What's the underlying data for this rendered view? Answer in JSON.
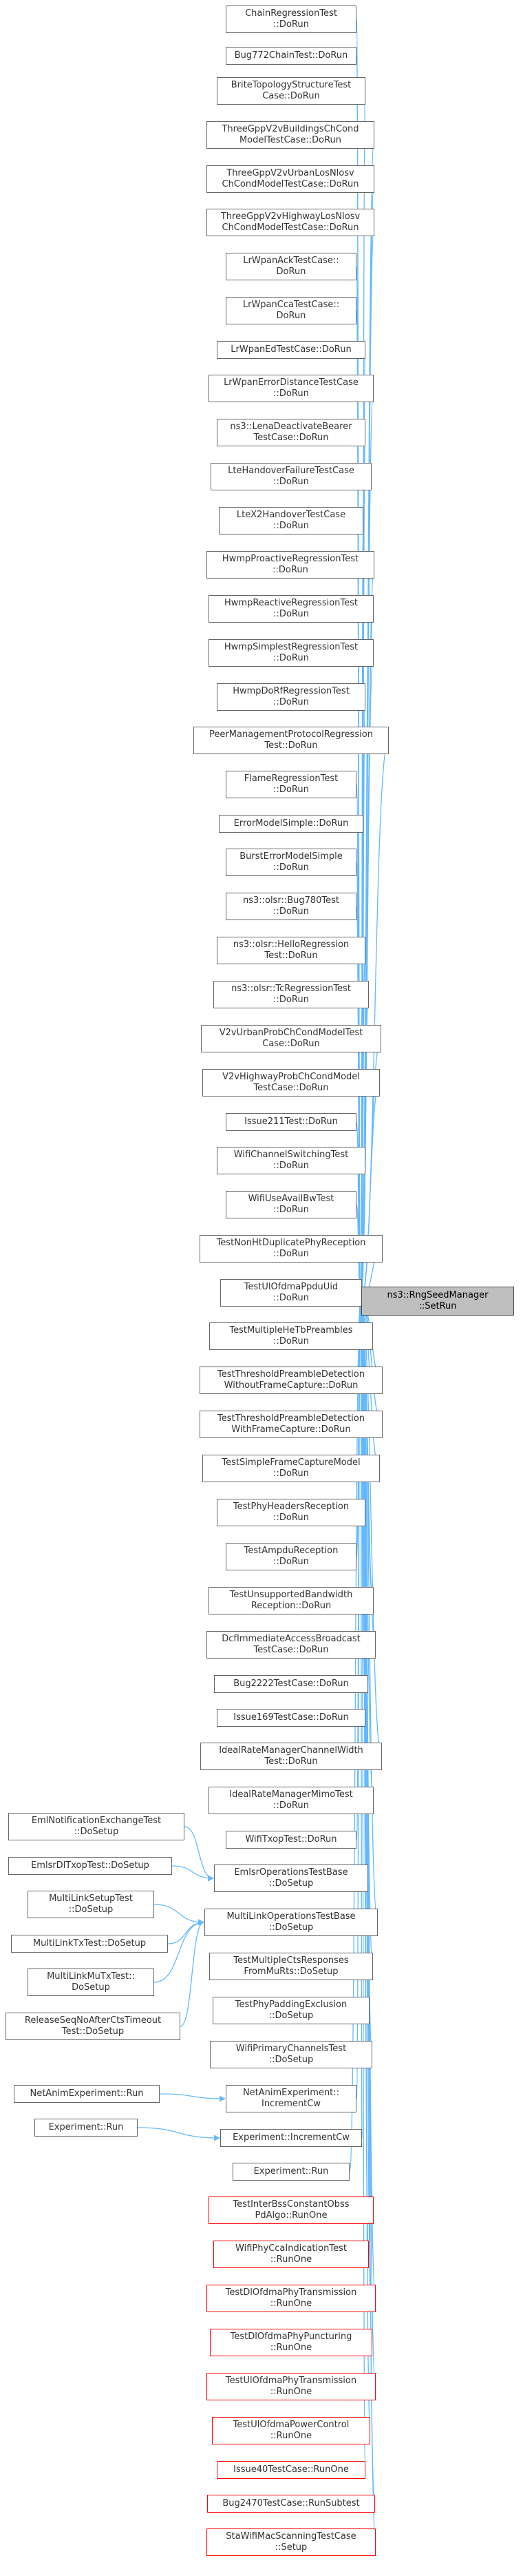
{
  "colors": {
    "edge": "#63b8ff",
    "node_border": "#666666",
    "node_border_red": "#ff0000",
    "target_fill": "#bfbfbf"
  },
  "target": {
    "id": "rng",
    "label": "ns3::RngSeedManager\n::SetRun"
  },
  "nodes": [
    {
      "id": "n0",
      "label": "ChainRegressionTest\n::DoRun",
      "style": "normal"
    },
    {
      "id": "n1",
      "label": "Bug772ChainTest::DoRun",
      "style": "normal"
    },
    {
      "id": "n2",
      "label": "BriteTopologyStructureTest\nCase::DoRun",
      "style": "normal"
    },
    {
      "id": "n3",
      "label": "ThreeGppV2vBuildingsChCond\nModelTestCase::DoRun",
      "style": "normal"
    },
    {
      "id": "n4",
      "label": "ThreeGppV2vUrbanLosNlosv\nChCondModelTestCase::DoRun",
      "style": "normal"
    },
    {
      "id": "n5",
      "label": "ThreeGppV2vHighwayLosNlosv\nChCondModelTestCase::DoRun",
      "style": "normal"
    },
    {
      "id": "n6",
      "label": "LrWpanAckTestCase::\nDoRun",
      "style": "normal"
    },
    {
      "id": "n7",
      "label": "LrWpanCcaTestCase::\nDoRun",
      "style": "normal"
    },
    {
      "id": "n8",
      "label": "LrWpanEdTestCase::DoRun",
      "style": "normal"
    },
    {
      "id": "n9",
      "label": "LrWpanErrorDistanceTestCase\n::DoRun",
      "style": "normal"
    },
    {
      "id": "n10",
      "label": "ns3::LenaDeactivateBearer\nTestCase::DoRun",
      "style": "normal"
    },
    {
      "id": "n11",
      "label": "LteHandoverFailureTestCase\n::DoRun",
      "style": "normal"
    },
    {
      "id": "n12",
      "label": "LteX2HandoverTestCase\n::DoRun",
      "style": "normal"
    },
    {
      "id": "n13",
      "label": "HwmpProactiveRegressionTest\n::DoRun",
      "style": "normal"
    },
    {
      "id": "n14",
      "label": "HwmpReactiveRegressionTest\n::DoRun",
      "style": "normal"
    },
    {
      "id": "n15",
      "label": "HwmpSimplestRegressionTest\n::DoRun",
      "style": "normal"
    },
    {
      "id": "n16",
      "label": "HwmpDoRfRegressionTest\n::DoRun",
      "style": "normal"
    },
    {
      "id": "n17",
      "label": "PeerManagementProtocolRegression\nTest::DoRun",
      "style": "normal"
    },
    {
      "id": "n18",
      "label": "FlameRegressionTest\n::DoRun",
      "style": "normal"
    },
    {
      "id": "n19",
      "label": "ErrorModelSimple::DoRun",
      "style": "normal"
    },
    {
      "id": "n20",
      "label": "BurstErrorModelSimple\n::DoRun",
      "style": "normal"
    },
    {
      "id": "n21",
      "label": "ns3::olsr::Bug780Test\n::DoRun",
      "style": "normal"
    },
    {
      "id": "n22",
      "label": "ns3::olsr::HelloRegression\nTest::DoRun",
      "style": "normal"
    },
    {
      "id": "n23",
      "label": "ns3::olsr::TcRegressionTest\n::DoRun",
      "style": "normal"
    },
    {
      "id": "n24",
      "label": "V2vUrbanProbChCondModelTest\nCase::DoRun",
      "style": "normal"
    },
    {
      "id": "n25",
      "label": "V2vHighwayProbChCondModel\nTestCase::DoRun",
      "style": "normal"
    },
    {
      "id": "n26",
      "label": "Issue211Test::DoRun",
      "style": "normal"
    },
    {
      "id": "n27",
      "label": "WifiChannelSwitchingTest\n::DoRun",
      "style": "normal"
    },
    {
      "id": "n28",
      "label": "WifiUseAvailBwTest\n::DoRun",
      "style": "normal"
    },
    {
      "id": "n29",
      "label": "TestNonHtDuplicatePhyReception\n::DoRun",
      "style": "normal"
    },
    {
      "id": "n30",
      "label": "TestUlOfdmaPpduUid\n::DoRun",
      "style": "normal"
    },
    {
      "id": "n31",
      "label": "TestMultipleHeTbPreambles\n::DoRun",
      "style": "normal"
    },
    {
      "id": "n32",
      "label": "TestThresholdPreambleDetection\nWithoutFrameCapture::DoRun",
      "style": "normal"
    },
    {
      "id": "n33",
      "label": "TestThresholdPreambleDetection\nWithFrameCapture::DoRun",
      "style": "normal"
    },
    {
      "id": "n34",
      "label": "TestSimpleFrameCaptureModel\n::DoRun",
      "style": "normal"
    },
    {
      "id": "n35",
      "label": "TestPhyHeadersReception\n::DoRun",
      "style": "normal"
    },
    {
      "id": "n36",
      "label": "TestAmpduReception\n::DoRun",
      "style": "normal"
    },
    {
      "id": "n37",
      "label": "TestUnsupportedBandwidth\nReception::DoRun",
      "style": "normal"
    },
    {
      "id": "n38",
      "label": "DcfImmediateAccessBroadcast\nTestCase::DoRun",
      "style": "normal"
    },
    {
      "id": "n39",
      "label": "Bug2222TestCase::DoRun",
      "style": "normal"
    },
    {
      "id": "n40",
      "label": "Issue169TestCase::DoRun",
      "style": "normal"
    },
    {
      "id": "n41",
      "label": "IdealRateManagerChannelWidth\nTest::DoRun",
      "style": "normal"
    },
    {
      "id": "n42",
      "label": "IdealRateManagerMimoTest\n::DoRun",
      "style": "normal"
    },
    {
      "id": "n43",
      "label": "WifiTxopTest::DoRun",
      "style": "normal"
    },
    {
      "id": "n44",
      "label": "EmlsrOperationsTestBase\n::DoSetup",
      "style": "normal"
    },
    {
      "id": "n45",
      "label": "MultiLinkOperationsTestBase\n::DoSetup",
      "style": "normal"
    },
    {
      "id": "n46",
      "label": "TestMultipleCtsResponses\nFromMuRts::DoSetup",
      "style": "normal"
    },
    {
      "id": "n47",
      "label": "TestPhyPaddingExclusion\n::DoSetup",
      "style": "normal"
    },
    {
      "id": "n48",
      "label": "WifiPrimaryChannelsTest\n::DoSetup",
      "style": "normal"
    },
    {
      "id": "n49",
      "label": "NetAnimExperiment::\nIncrementCw",
      "style": "normal"
    },
    {
      "id": "n50",
      "label": "Experiment::IncrementCw",
      "style": "normal"
    },
    {
      "id": "n51",
      "label": "Experiment::Run",
      "style": "normal"
    },
    {
      "id": "n52",
      "label": "TestInterBssConstantObss\nPdAlgo::RunOne",
      "style": "red"
    },
    {
      "id": "n53",
      "label": "WifiPhyCcaIndicationTest\n::RunOne",
      "style": "red"
    },
    {
      "id": "n54",
      "label": "TestDlOfdmaPhyTransmission\n::RunOne",
      "style": "red"
    },
    {
      "id": "n55",
      "label": "TestDlOfdmaPhyPuncturing\n::RunOne",
      "style": "red"
    },
    {
      "id": "n56",
      "label": "TestUlOfdmaPhyTransmission\n::RunOne",
      "style": "red"
    },
    {
      "id": "n57",
      "label": "TestUlOfdmaPowerControl\n::RunOne",
      "style": "red"
    },
    {
      "id": "n58",
      "label": "Issue40TestCase::RunOne",
      "style": "red"
    },
    {
      "id": "n59",
      "label": "Bug2470TestCase::RunSubtest",
      "style": "red"
    },
    {
      "id": "n60",
      "label": "StaWifiMacScanningTestCase\n::Setup",
      "style": "red"
    },
    {
      "id": "l0",
      "label": "EmlNotificationExchangeTest\n::DoSetup",
      "style": "normal"
    },
    {
      "id": "l1",
      "label": "EmlsrDlTxopTest::DoSetup",
      "style": "normal"
    },
    {
      "id": "l2",
      "label": "MultiLinkSetupTest\n::DoSetup",
      "style": "normal"
    },
    {
      "id": "l3",
      "label": "MultiLinkTxTest::DoSetup",
      "style": "normal"
    },
    {
      "id": "l4",
      "label": "MultiLinkMuTxTest::\nDoSetup",
      "style": "normal"
    },
    {
      "id": "l5",
      "label": "ReleaseSeqNoAfterCtsTimeout\nTest::DoSetup",
      "style": "normal"
    },
    {
      "id": "l6",
      "label": "NetAnimExperiment::Run",
      "style": "normal"
    },
    {
      "id": "l7",
      "label": "Experiment::Run",
      "style": "normal"
    }
  ],
  "edges": [
    [
      "n0",
      "rng"
    ],
    [
      "n1",
      "rng"
    ],
    [
      "n2",
      "rng"
    ],
    [
      "n3",
      "rng"
    ],
    [
      "n4",
      "rng"
    ],
    [
      "n5",
      "rng"
    ],
    [
      "n6",
      "rng"
    ],
    [
      "n7",
      "rng"
    ],
    [
      "n8",
      "rng"
    ],
    [
      "n9",
      "rng"
    ],
    [
      "n10",
      "rng"
    ],
    [
      "n11",
      "rng"
    ],
    [
      "n12",
      "rng"
    ],
    [
      "n13",
      "rng"
    ],
    [
      "n14",
      "rng"
    ],
    [
      "n15",
      "rng"
    ],
    [
      "n16",
      "rng"
    ],
    [
      "n17",
      "rng"
    ],
    [
      "n18",
      "rng"
    ],
    [
      "n19",
      "rng"
    ],
    [
      "n20",
      "rng"
    ],
    [
      "n21",
      "rng"
    ],
    [
      "n22",
      "rng"
    ],
    [
      "n23",
      "rng"
    ],
    [
      "n24",
      "rng"
    ],
    [
      "n25",
      "rng"
    ],
    [
      "n26",
      "rng"
    ],
    [
      "n27",
      "rng"
    ],
    [
      "n28",
      "rng"
    ],
    [
      "n29",
      "rng"
    ],
    [
      "n30",
      "rng"
    ],
    [
      "n31",
      "rng"
    ],
    [
      "n32",
      "rng"
    ],
    [
      "n33",
      "rng"
    ],
    [
      "n34",
      "rng"
    ],
    [
      "n35",
      "rng"
    ],
    [
      "n36",
      "rng"
    ],
    [
      "n37",
      "rng"
    ],
    [
      "n38",
      "rng"
    ],
    [
      "n39",
      "rng"
    ],
    [
      "n40",
      "rng"
    ],
    [
      "n41",
      "rng"
    ],
    [
      "n42",
      "rng"
    ],
    [
      "n43",
      "rng"
    ],
    [
      "n44",
      "rng"
    ],
    [
      "n45",
      "rng"
    ],
    [
      "n46",
      "rng"
    ],
    [
      "n47",
      "rng"
    ],
    [
      "n48",
      "rng"
    ],
    [
      "n49",
      "rng"
    ],
    [
      "n50",
      "rng"
    ],
    [
      "n51",
      "rng"
    ],
    [
      "n52",
      "rng"
    ],
    [
      "n53",
      "rng"
    ],
    [
      "n54",
      "rng"
    ],
    [
      "n55",
      "rng"
    ],
    [
      "n56",
      "rng"
    ],
    [
      "n57",
      "rng"
    ],
    [
      "n58",
      "rng"
    ],
    [
      "n59",
      "rng"
    ],
    [
      "n60",
      "rng"
    ],
    [
      "l0",
      "n44"
    ],
    [
      "l1",
      "n44"
    ],
    [
      "l2",
      "n45"
    ],
    [
      "l3",
      "n45"
    ],
    [
      "l4",
      "n45"
    ],
    [
      "l5",
      "n45"
    ],
    [
      "l6",
      "n49"
    ],
    [
      "l7",
      "n50"
    ]
  ]
}
